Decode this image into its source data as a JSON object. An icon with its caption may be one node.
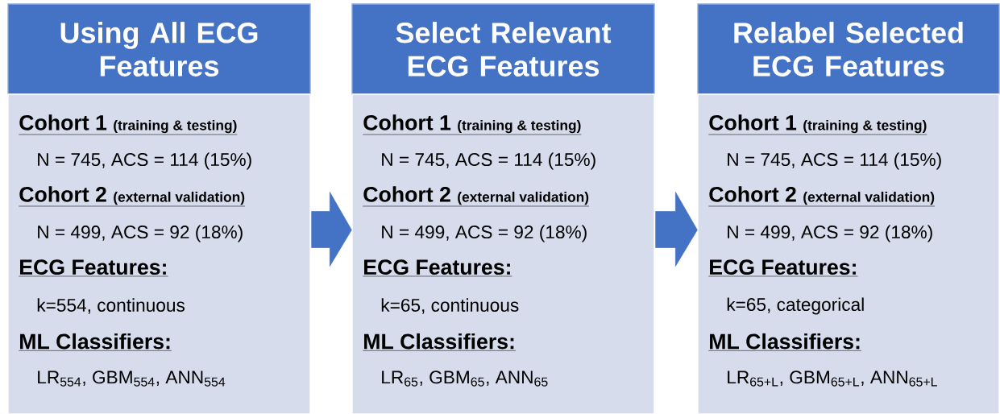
{
  "diagram": {
    "nodes": [
      {
        "text": [
          "Using All ECG Features"
        ]
      },
      {
        "text": [
          "Cohort 1",
          "(training & testing)",
          "N = 745, ACS = 114 (15%)",
          "Cohort 2",
          "(external validation)",
          "N = 499, ACS = 92 (18%)",
          "ECG Features:",
          "k=554, continuous",
          "ML Classifiers:",
          "LR$_{554}$, GBM$_{554}$, ANN$_{554}$"
        ]
      },
      {
        "text": [
          "Select Relevant ECG Features"
        ]
      },
      {
        "text": [
          "Cohort 1",
          "(training & testing)",
          "N = 745, ACS = 114 (15%)",
          "Cohort 2",
          "(external validation)",
          "N = 499, ACS = 92 (18%)",
          "ECG Features:",
          "k=65, continuous",
          "ML Classifiers:",
          "LR$_{65}$, GBM$_{65}$, ANN$_{65}$"
        ]
      },
      {
        "text": [
          "Relabel Selected ECG Features"
        ]
      },
      {
        "text": [
          "Cohort 1",
          "(training & testing)",
          "N = 745, ACS = 114 (15%)",
          "Cohort 2",
          "(external validation)",
          "N = 499, ACS = 92 (18%)",
          "ECG Features:",
          "k=65, categorical",
          "ML Classifiers:",
          "LR$_{65+L}$, GBM$_{65+L}$, ANN$_{65+L}$"
        ]
      }
    ],
    "edges": [
      {
        "from": 1,
        "to": 3,
        "arrow": "to"
      },
      {
        "from": 3,
        "to": 5,
        "arrow": "to"
      }
    ]
  }
}
